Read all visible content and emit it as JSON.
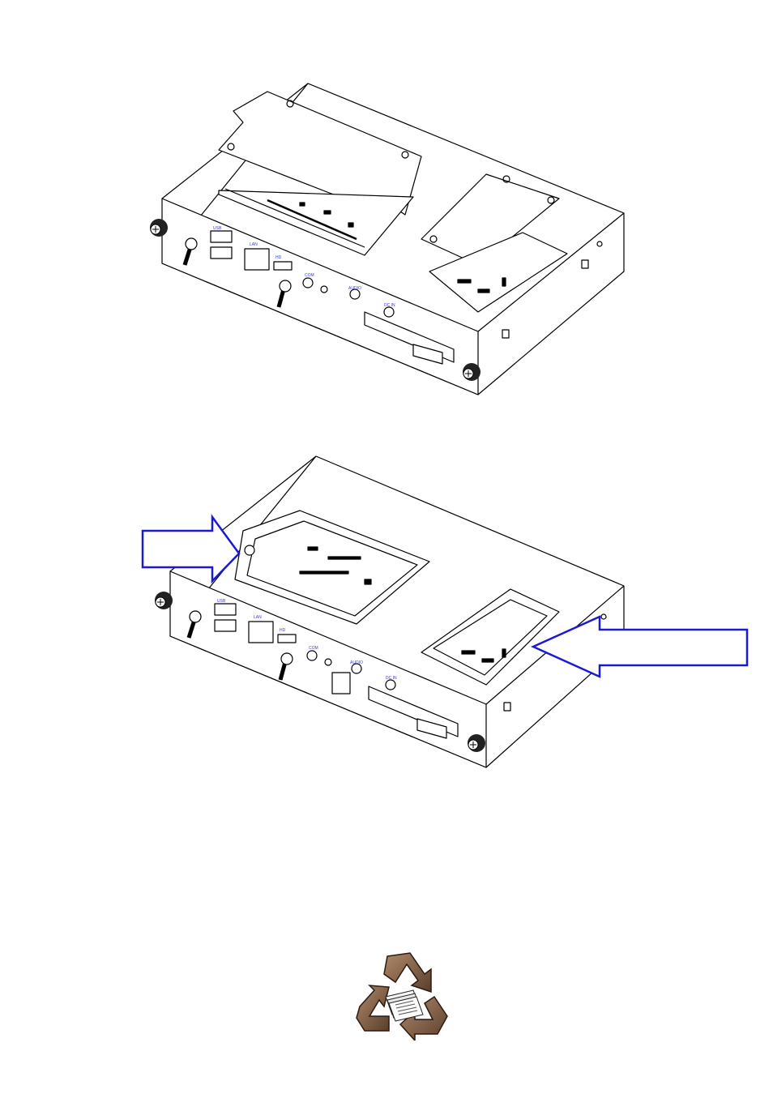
{
  "page": {
    "figures": [
      {
        "name": "device-top-cover-installed"
      },
      {
        "name": "device-top-cover-removed"
      }
    ],
    "port_labels": {
      "usb": "USB",
      "lan": "LAN",
      "hdmi": "HD",
      "com": "COM",
      "audio": "AUDIO",
      "dc_in": "DC IN"
    },
    "callout_color": "#1a1ad6",
    "icons": [
      "screw-icon",
      "recycle-icon"
    ]
  }
}
